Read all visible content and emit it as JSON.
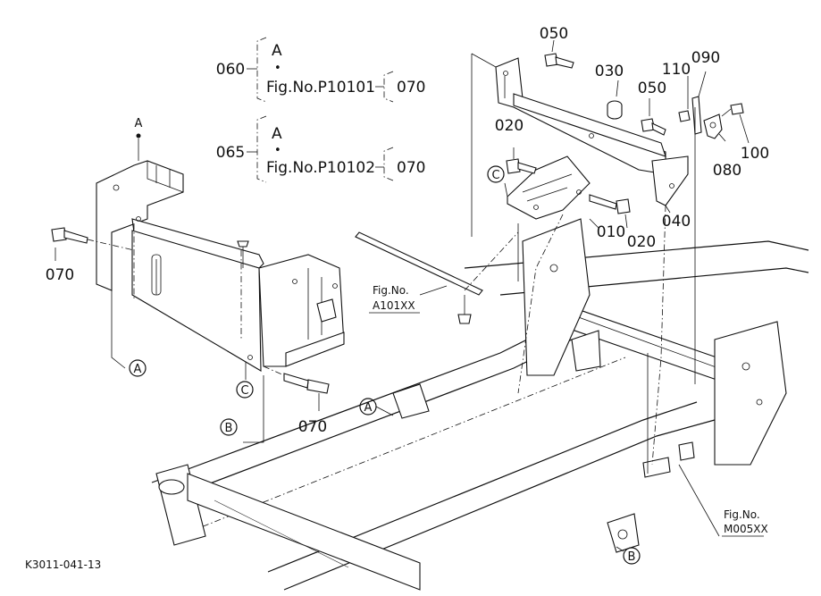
{
  "callouts": {
    "p050_top": "050",
    "p030": "030",
    "p110": "110",
    "p090": "090",
    "p050_mid": "050",
    "p100": "100",
    "p020_top": "020",
    "p080": "080",
    "p040": "040",
    "p010": "010",
    "p020_bot": "020",
    "p070_left": "070",
    "p070_bot": "070",
    "p060": "060",
    "p065": "065",
    "p070_ref1": "070",
    "p070_ref2": "070"
  },
  "references": {
    "group1_letter": "A",
    "group1_dot": "•",
    "group1_fig": "Fig.No.P10101",
    "group2_letter": "A",
    "group2_dot": "•",
    "group2_fig": "Fig.No.P10102",
    "fig_a101_line1": "Fig.No.",
    "fig_a101_line2": "A101XX",
    "fig_m005_line1": "Fig.No.",
    "fig_m005_line2": "M005XX"
  },
  "markers": {
    "a_top": "A",
    "a_circle_left": "A",
    "c_circle_left": "C",
    "b_circle_left": "B",
    "c_circle_right": "C",
    "a_circle_frame": "A",
    "b_circle_frame": "B"
  },
  "drawing_code": "K3011-041-13"
}
